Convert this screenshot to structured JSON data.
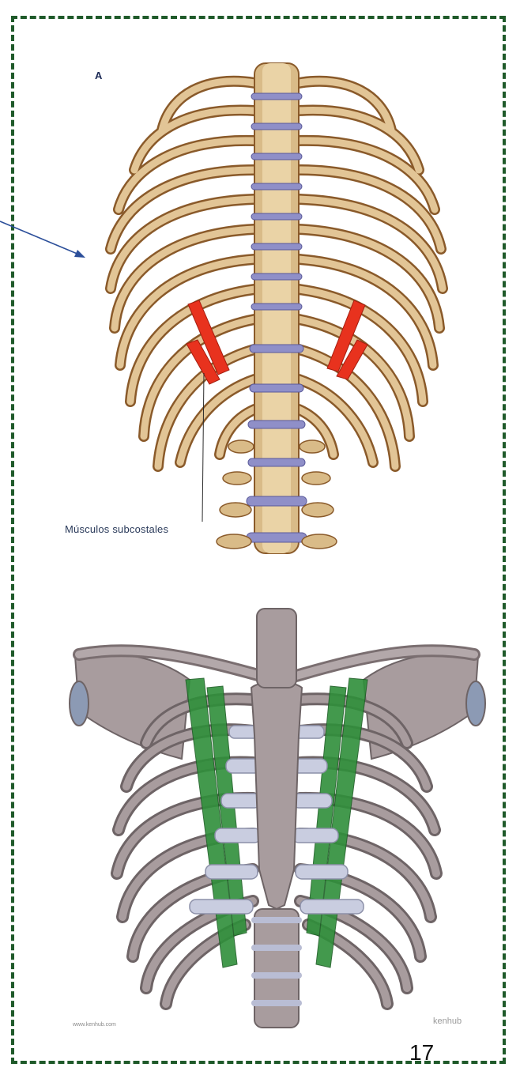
{
  "top_figure": {
    "panel_label": "A",
    "muscle_label": "Músculos subcostales"
  },
  "bottom_figure": {
    "watermark_url": "www.kenhub.com",
    "watermark_logo": "kenhub"
  },
  "page_number": "17",
  "colors": {
    "frame": "#1f5a2a",
    "bone": "#d7b98a",
    "bone_outline": "#8a5a2a",
    "disc": "#8f8fc8",
    "subcostal_muscle": "#e8321e",
    "bone_grey": "#a89c9e",
    "cartilage": "#c9cde0",
    "transversus_thoracis": "#2f8f3a",
    "arrow": "#2c4f9a"
  }
}
